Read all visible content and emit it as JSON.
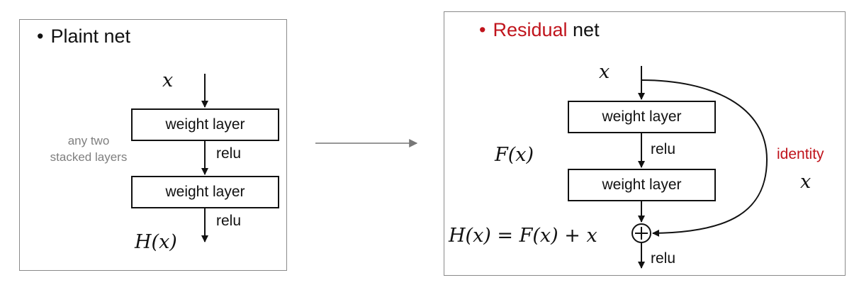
{
  "plain": {
    "bullet": "•",
    "title": "Plaint net",
    "input": "x",
    "layer1": "weight layer",
    "relu1": "relu",
    "layer2": "weight layer",
    "relu2": "relu",
    "output": "H(x)",
    "side_label_line1": "any two",
    "side_label_line2": "stacked layers"
  },
  "residual": {
    "bullet": "•",
    "title_accent": "Residual",
    "title_rest": "net",
    "input": "x",
    "layer1": "weight layer",
    "relu1": "relu",
    "layer2": "weight layer",
    "residual_fn": "F(x)",
    "identity_label": "identity",
    "identity_x": "x",
    "equation": "H(x) = F(x) + x",
    "relu_out": "relu"
  },
  "colors": {
    "accent_red": "#c0141c",
    "muted_gray": "#7f7f7f",
    "border": "#8a8a8a"
  }
}
